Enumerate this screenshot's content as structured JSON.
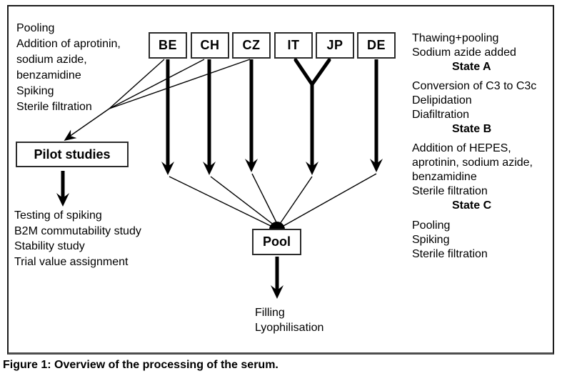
{
  "figure": {
    "caption": "Figure 1: Overview of the processing of the serum."
  },
  "countries": [
    "BE",
    "CH",
    "CZ",
    "IT",
    "JP",
    "DE"
  ],
  "left_top_block": {
    "lines": [
      "Pooling",
      "Addition of aprotinin,",
      "sodium azide,",
      "benzamidine",
      "Spiking",
      "Sterile filtration"
    ]
  },
  "pilot_box": {
    "label": "Pilot studies"
  },
  "left_bottom_block": {
    "lines": [
      "Testing of spiking",
      "B2M commutability study",
      "Stability study",
      "Trial value assignment"
    ]
  },
  "pool_box": {
    "label": "Pool"
  },
  "below_pool_block": {
    "lines": [
      "Filling",
      "Lyophilisation"
    ]
  },
  "right_column": {
    "sections": [
      {
        "lines": [
          "Thawing+pooling",
          "Sodium azide added"
        ],
        "state": "State A"
      },
      {
        "lines": [
          "Conversion of C3 to C3c",
          "Delipidation",
          "Diafiltration"
        ],
        "state": "State B"
      },
      {
        "lines": [
          "Addition of HEPES,",
          "aprotinin, sodium azide,",
          "benzamidine",
          "Sterile filtration"
        ],
        "state": "State C"
      },
      {
        "lines": [
          "Pooling",
          "Spiking",
          "Sterile filtration"
        ],
        "state": ""
      }
    ]
  },
  "colors": {
    "line": "#000000",
    "text": "#000000",
    "background": "#ffffff",
    "frame_border": "#1c1c1c"
  }
}
